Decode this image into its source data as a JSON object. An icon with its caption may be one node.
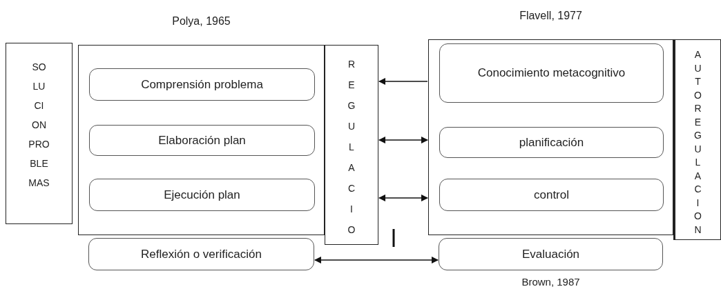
{
  "diagram": {
    "nodes": [
      {
        "text": [
          "SO LU CI ON PRO BLE MAS"
        ]
      },
      {
        "text": [
          "Polya, 1965"
        ]
      },
      {
        "text": [
          "Comprensión problema"
        ],
        "in": 1
      },
      {
        "text": [
          "Elaboración plan"
        ],
        "in": 1
      },
      {
        "text": [
          "Ejecución plan"
        ],
        "in": 1
      },
      {
        "text": [
          "Reflexión o verificación"
        ]
      },
      {
        "text": [
          "R E G U L A C I O"
        ]
      },
      {
        "text": [
          "Flavell, 1977"
        ]
      },
      {
        "text": [
          "Conocimiento metacognitivo"
        ],
        "in": 7
      },
      {
        "text": [
          "planificación"
        ],
        "in": 7
      },
      {
        "text": [
          "control"
        ],
        "in": 7
      },
      {
        "text": [
          "A U T O R E G U L A C I O N"
        ]
      },
      {
        "text": [
          "Evaluación"
        ],
        "beside": [
          "Brown, 1987"
        ]
      }
    ],
    "edges": [
      {
        "from": 7,
        "to": 6,
        "arrow": "to"
      },
      {
        "from": 6,
        "to": 7,
        "arrow": "both"
      },
      {
        "from": 6,
        "to": 7,
        "arrow": "both"
      },
      {
        "from": 5,
        "to": 12,
        "arrow": "both"
      }
    ]
  }
}
